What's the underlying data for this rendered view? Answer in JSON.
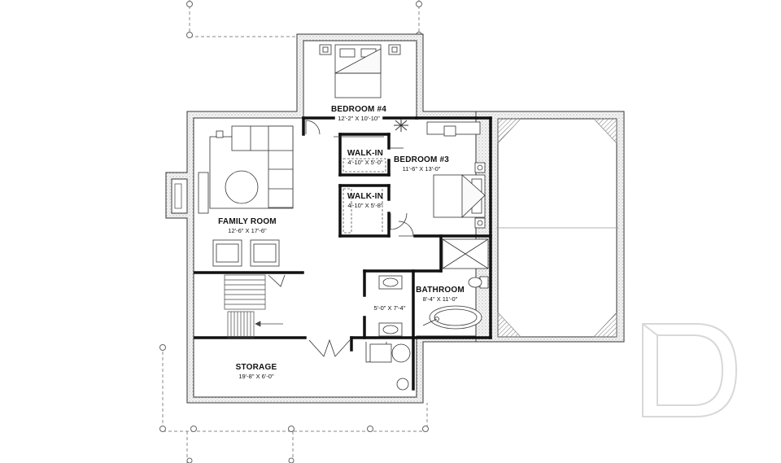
{
  "rooms": {
    "bedroom4": {
      "name": "BEDROOM #4",
      "dim": "12'-2\" X 10'-10\""
    },
    "bedroom3": {
      "name": "BEDROOM #3",
      "dim": "11'-6\" X 13'-0\""
    },
    "walkin1": {
      "name": "WALK-IN",
      "dim": "4'-10\" X 5'-0\""
    },
    "walkin2": {
      "name": "WALK-IN",
      "dim": "4'-10\" X 5'-8\""
    },
    "family": {
      "name": "FAMILY ROOM",
      "dim": "12'-6\" X 17'-6\""
    },
    "bathroom": {
      "name": "BATHROOM",
      "dim": "8'-4\" X 11'-0\""
    },
    "hall": {
      "dim": "5'-0\" X 7'-4\""
    },
    "storage": {
      "name": "STORAGE",
      "dim": "19'-8\" X 6'-0\""
    }
  },
  "colors": {
    "wall": "#111111",
    "hatch": "#9a9a9a",
    "line": "#555555",
    "watermark": "#d8d8d8"
  }
}
